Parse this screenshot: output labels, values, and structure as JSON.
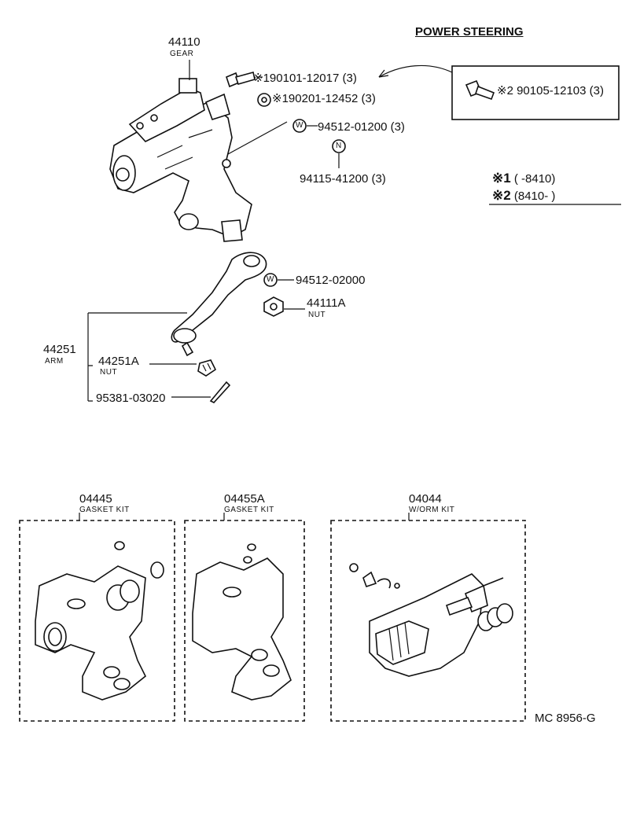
{
  "header": {
    "title": "POWER STEERING"
  },
  "conditions": {
    "note1": {
      "mark": "※1",
      "text": "(        -8410)"
    },
    "note2": {
      "mark": "※2",
      "text": "(8410-        )"
    }
  },
  "parts": {
    "gear": {
      "number": "44110",
      "name": "GEAR"
    },
    "bolt1": {
      "text": "※190101-12017 (3)"
    },
    "nut1": {
      "text": "※190201-12452 (3)"
    },
    "washer1": {
      "symbol": "W",
      "text": "94512-01200 (3)"
    },
    "nut2": {
      "symbol": "N",
      "text": "94115-41200 (3)"
    },
    "bolt2": {
      "text": "※2 90105-12103 (3)"
    },
    "washer2": {
      "symbol": "W",
      "text": "94512-02000"
    },
    "arm_nut": {
      "number": "44111A",
      "name": "NUT"
    },
    "arm": {
      "number": "44251",
      "name": "ARM"
    },
    "arm_sub_nut": {
      "number": "44251A",
      "name": "NUT"
    },
    "cotter_pin": {
      "text": "95381-03020"
    }
  },
  "kits": [
    {
      "number": "04445",
      "name": "GASKET KIT"
    },
    {
      "number": "04455A",
      "name": "GASKET KIT"
    },
    {
      "number": "04044",
      "name": "W/ORM KIT"
    }
  ],
  "footer": {
    "code": "MC 8956-G"
  }
}
